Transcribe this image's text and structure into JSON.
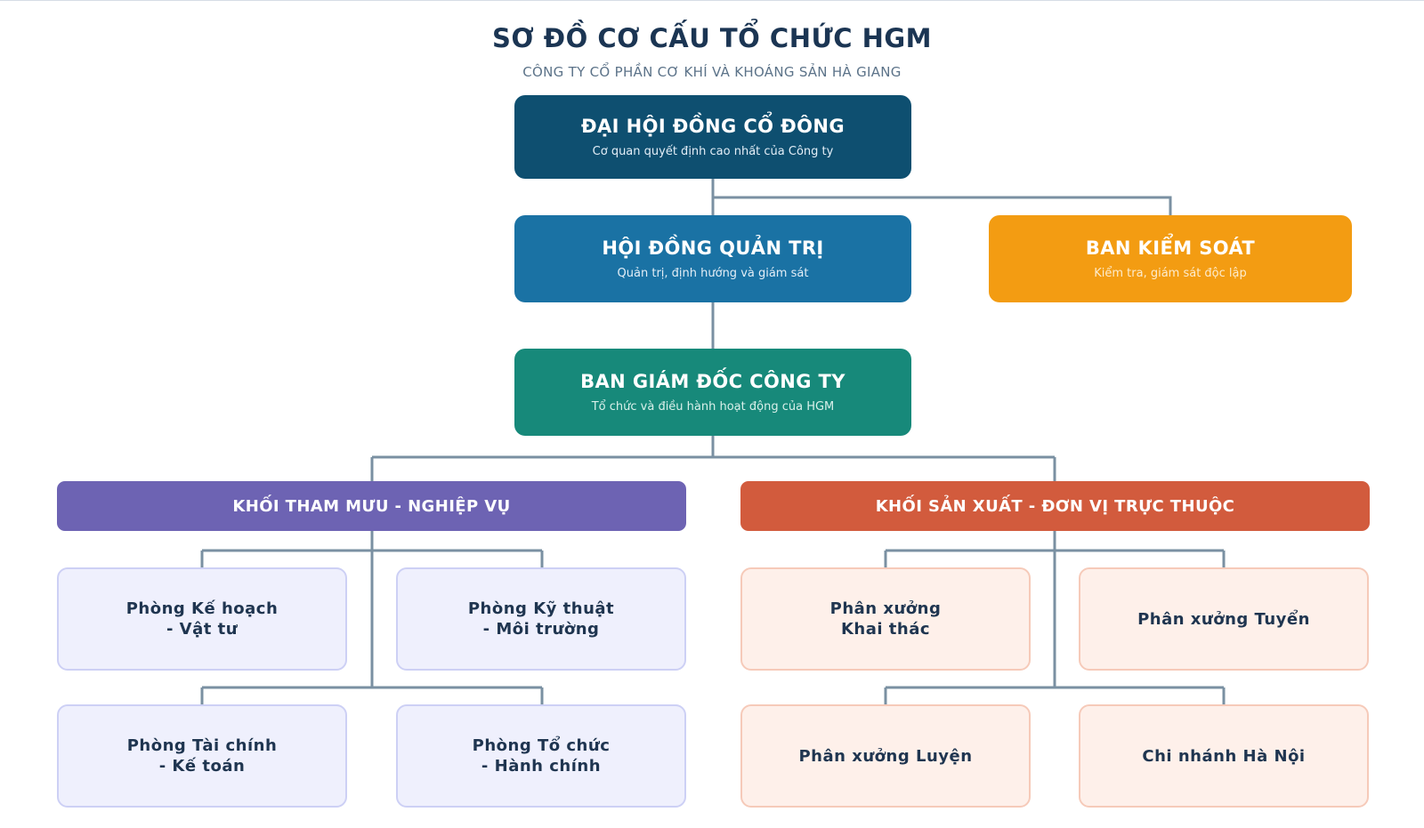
{
  "title": "SƠ ĐỒ CƠ CẤU TỔ CHỨC HGM",
  "subtitle": "CÔNG TY CỔ PHẦN CƠ KHÍ VÀ KHOÁNG SẢN HÀ GIANG",
  "colors": {
    "connector": "#7a90a2",
    "dhdcd": "#0e4f70",
    "hdqt": "#1a72a4",
    "bks": "#f39c12",
    "bgd": "#17897a",
    "staff_group": "#6d63b3",
    "production_group": "#d25b3d"
  },
  "nodes": {
    "dhdcd": {
      "title": "ĐẠI HỘI ĐỒNG CỔ ĐÔNG",
      "desc": "Cơ quan quyết định cao nhất của Công ty"
    },
    "hdqt": {
      "title": "HỘI ĐỒNG QUẢN TRỊ",
      "desc": "Quản trị, định hướng và giám sát"
    },
    "bks": {
      "title": "BAN KIỂM SOÁT",
      "desc": "Kiểm tra, giám sát độc lập"
    },
    "bgd": {
      "title": "BAN GIÁM ĐỐC CÔNG TY",
      "desc": "Tổ chức và điều hành hoạt động của HGM"
    }
  },
  "groups": {
    "staff": {
      "title": "KHỐI THAM MƯU - NGHIỆP VỤ",
      "units": [
        "Phòng Kế hoạch\n- Vật tư",
        "Phòng Kỹ thuật\n- Môi trường",
        "Phòng Tài chính\n- Kế toán",
        "Phòng Tổ chức\n- Hành chính"
      ]
    },
    "production": {
      "title": "KHỐI SẢN XUẤT - ĐƠN VỊ TRỰC THUỘC",
      "units": [
        "Phân xưởng\nKhai thác",
        "Phân xưởng Tuyển",
        "Phân xưởng Luyện",
        "Chi nhánh Hà Nội"
      ]
    }
  }
}
